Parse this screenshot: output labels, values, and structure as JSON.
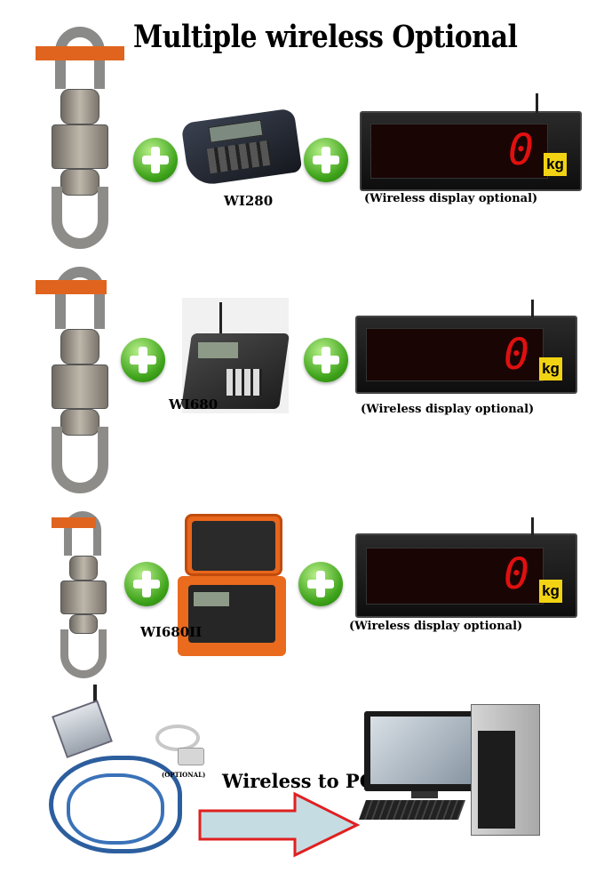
{
  "title": "Multiple wireless Optional",
  "rows": [
    {
      "device_label": "WI280",
      "display_label": "(Wireless display optional)",
      "display_value": "0",
      "display_unit": "kg"
    },
    {
      "device_label": "WI680",
      "display_label": "(Wireless display optional)",
      "display_value": "0",
      "display_unit": "kg"
    },
    {
      "device_label": "WI680II",
      "display_label": "(Wireless display optional)",
      "display_value": "0",
      "display_unit": "kg"
    }
  ],
  "pc_section": {
    "optional_label": "(OPTIONAL)",
    "wireless_label": "Wireless to PC"
  },
  "colors": {
    "plus": "#3ea31a",
    "bar": "#e0641e",
    "digit": "#e01010",
    "kg": "#f2d313"
  }
}
